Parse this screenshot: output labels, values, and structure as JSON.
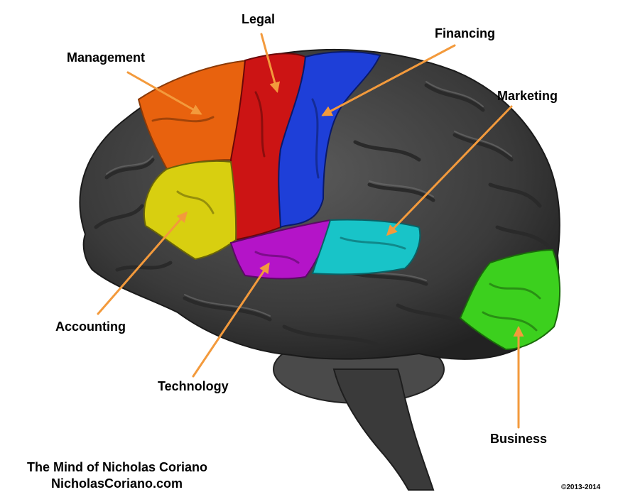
{
  "labels": {
    "legal": "Legal",
    "financing": "Financing",
    "management": "Management",
    "marketing": "Marketing",
    "accounting": "Accounting",
    "technology": "Technology",
    "business": "Business"
  },
  "credit": {
    "line1": "The Mind of Nicholas Coriano",
    "line2": "NicholasCoriano.com"
  },
  "copyright": "©2013-2014",
  "colors": {
    "management": "#e8620e",
    "legal": "#cc1414",
    "financing": "#1e3fd8",
    "accounting": "#d8cf10",
    "technology": "#b414c8",
    "marketing": "#18c4c8",
    "business": "#3cd01e",
    "brain": "#3e3e3e",
    "arrow": "#f39a3c"
  }
}
